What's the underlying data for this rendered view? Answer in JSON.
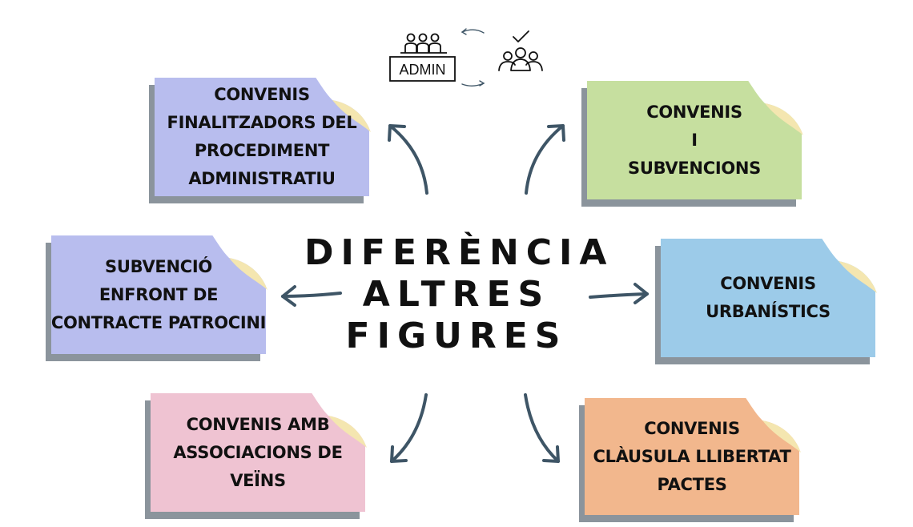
{
  "center": {
    "lines": [
      "DIFERÈNCIA",
      "ALTRES",
      "FIGURES"
    ]
  },
  "top_icons": {
    "admin_label": "ADMIN"
  },
  "boxes": [
    {
      "lines": [
        "CONVENIS",
        "FINALITZADORS DEL",
        "PROCEDIMENT",
        "ADMINISTRATIU"
      ],
      "color": "#b8bdee"
    },
    {
      "lines": [
        "CONVENIS",
        "I",
        "SUBVENCIONS"
      ],
      "color": "#c6df9f"
    },
    {
      "lines": [
        "SUBVENCIÓ",
        "ENFRONT DE",
        "CONTRACTE PATROCINI"
      ],
      "color": "#b8bdee"
    },
    {
      "lines": [
        "CONVENIS",
        "URBANÍSTICS"
      ],
      "color": "#9ccbe9"
    },
    {
      "lines": [
        "CONVENIS AMB",
        "ASSOCIACIONS DE",
        "VEÏNS"
      ],
      "color": "#efc3d2"
    },
    {
      "lines": [
        "CONVENIS",
        "CLÀUSULA LLIBERTAT",
        "PACTES"
      ],
      "color": "#f2b78d"
    }
  ],
  "colors": {
    "arrow": "#3e5566",
    "shadow": "#8b949c",
    "curl": "#f4e6b0"
  }
}
